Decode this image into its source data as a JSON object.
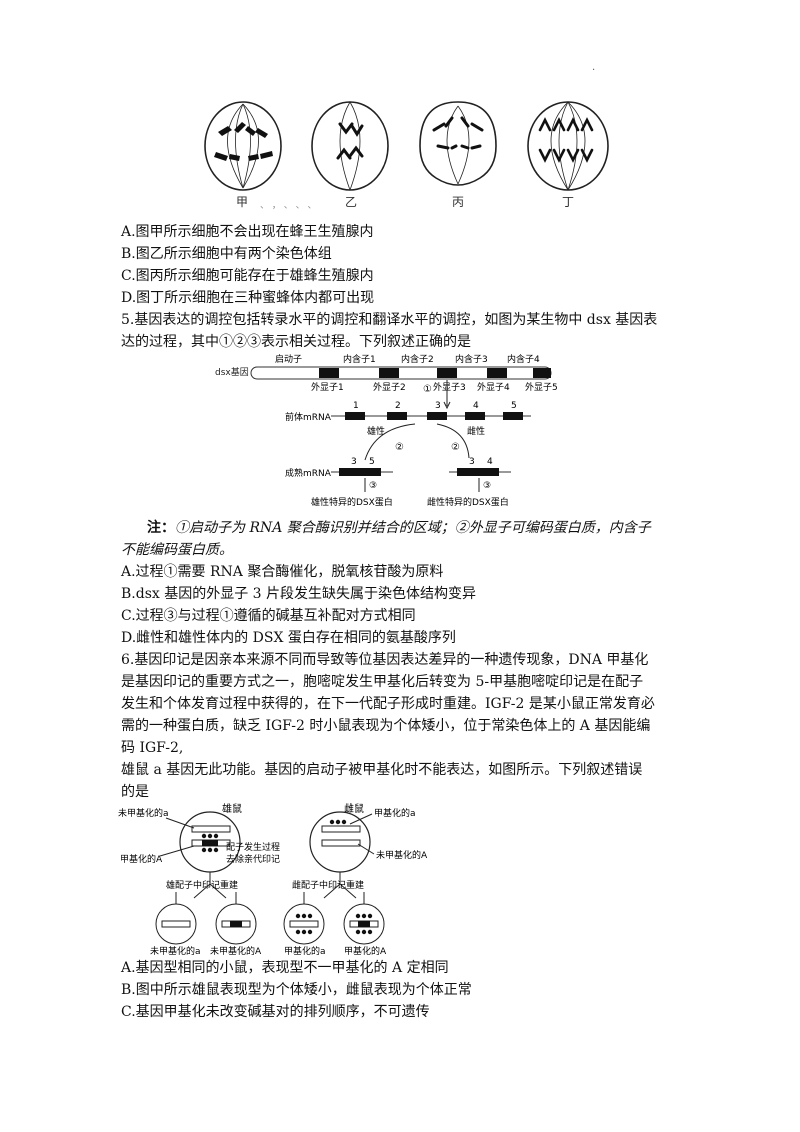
{
  "fig1": {
    "labels": [
      "甲",
      "乙",
      "丙",
      "丁"
    ],
    "faint_row": "、  ，  、  、  、"
  },
  "q4_options": [
    "A.图甲所示细胞不会出现在蜂王生殖腺内",
    "B.图乙所示细胞中有两个染色体组",
    "C.图丙所示细胞可能存在于雄蜂生殖腺内",
    "D.图丁所示细胞在三种蜜蜂体内都可出现"
  ],
  "q5": {
    "stem_line1": "5.基因表达的调控包括转录水平的调控和翻译水平的调控，如图为某生物中 dsx 基因表",
    "stem_line2": "达的过程，其中①②③表示相关过程。下列叙述正确的是",
    "figure": {
      "gene_label": "dsx基因",
      "top_labels": [
        "启动子",
        "内含子1",
        "内含子2",
        "内含子3",
        "内含子4"
      ],
      "exon_labels": [
        "外显子1",
        "外显子2",
        "外显子3",
        "外显子4",
        "外显子5"
      ],
      "step1": "①",
      "pre_mrna_label": "前体mRNA",
      "pre_numbers": [
        "1",
        "2",
        "3",
        "4",
        "5"
      ],
      "male": "雄性",
      "female": "雌性",
      "step2a": "②",
      "step2b": "②",
      "mature_label": "成熟mRNA",
      "male_numbers": [
        "3",
        "5"
      ],
      "female_numbers": [
        "3",
        "4"
      ],
      "step3a": "③",
      "step3b": "③",
      "male_protein": "雄性特异的DSX蛋白",
      "female_protein": "雌性特异的DSX蛋白"
    },
    "note_head": "注：",
    "note_line1": "①启动子为 RNA 聚合酶识别并结合的区域；②外显子可编码蛋白质，内含子",
    "note_line2": "不能编码蛋白质。",
    "options": [
      "A.过程①需要 RNA 聚合酶催化，脱氧核苷酸为原料",
      "B.dsx 基因的外显子 3 片段发生缺失属于染色体结构变异",
      "C.过程③与过程①遵循的碱基互补配对方式相同",
      "D.雌性和雄性体内的 DSX 蛋白存在相同的氨基酸序列"
    ]
  },
  "q6": {
    "lines": [
      "6.基因印记是因亲本来源不同而导致等位基因表达差异的一种遗传现象，DNA 甲基化",
      "是基因印记的重要方式之一，胞嘧啶发生甲基化后转变为 5-甲基胞嘧啶印记是在配子",
      "发生和个体发育过程中获得的，在下一代配子形成时重建。IGF-2 是某小鼠正常发育必",
      "需的一种蛋白质，缺乏 IGF-2 时小鼠表现为个体矮小，位于常染色体上的 A 基因能编",
      "码 IGF-2,",
      "雄鼠 a 基因无此功能。基因的启动子被甲基化时不能表达，如图所示。下列叙述错误",
      "的是"
    ],
    "figure": {
      "male_mouse": "雄鼠",
      "female_mouse": "雌鼠",
      "unmethyl_a": "未甲基化的a",
      "methyl_A": "甲基化的A",
      "methyl_a": "甲基化的a",
      "unmethyl_A": "未甲基化的A",
      "process_line1": "配子发生过程",
      "process_line2": "去除亲代印记",
      "male_rebuild": "雄配子中印记重建",
      "female_rebuild": "雌配子中印记重建",
      "bottom_labels": [
        "未甲基化的a",
        "未甲基化的A",
        "甲基化的a",
        "甲基化的A"
      ]
    },
    "options": [
      "A.基因型相同的小鼠，表现型不一甲基化的 A 定相同",
      "B.图中所示雄鼠表现型为个体矮小，雌鼠表现为个体正常",
      "C.基因甲基化未改变碱基对的排列顺序，不可遗传"
    ]
  }
}
